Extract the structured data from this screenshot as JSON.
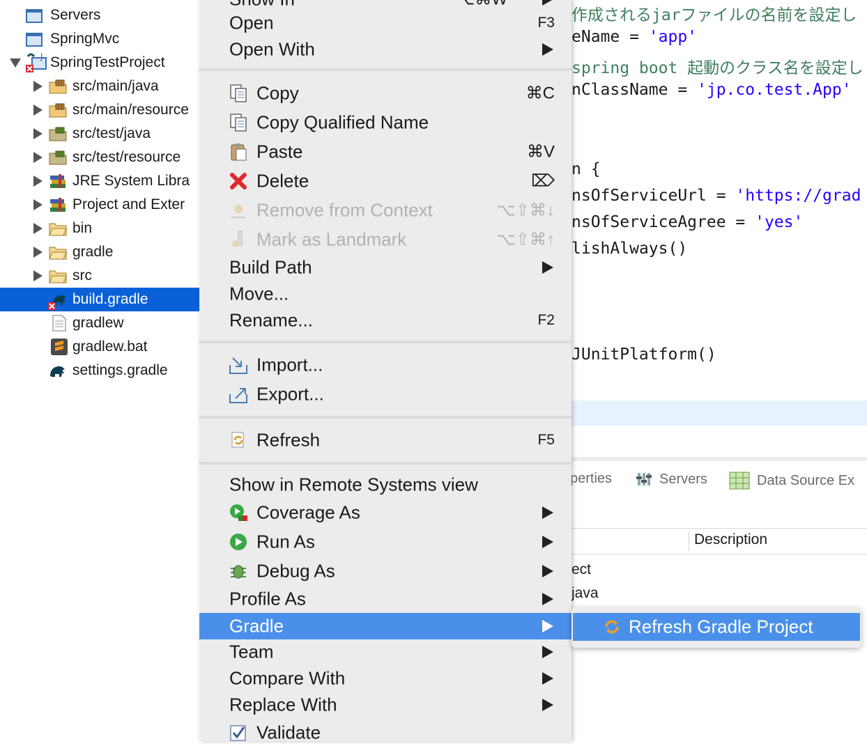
{
  "explorer": {
    "items": [
      {
        "label": "Servers"
      },
      {
        "label": "SpringMvc"
      },
      {
        "label": "SpringTestProject"
      },
      {
        "label": "src/main/java"
      },
      {
        "label": "src/main/resource"
      },
      {
        "label": "src/test/java"
      },
      {
        "label": "src/test/resource"
      },
      {
        "label": "JRE System Libra"
      },
      {
        "label": "Project and Exter"
      },
      {
        "label": "bin"
      },
      {
        "label": "gradle"
      },
      {
        "label": "src"
      },
      {
        "label": "build.gradle"
      },
      {
        "label": "gradlew"
      },
      {
        "label": "gradlew.bat"
      },
      {
        "label": "settings.gradle"
      }
    ]
  },
  "editor": {
    "lines": [
      {
        "text": "作成されるjarファイルの名前を設定し"
      },
      {
        "prefix": "eName = ",
        "str": "'app'"
      },
      {
        "text": "spring boot 起動のクラス名を設定し"
      },
      {
        "prefix": "nClassName = ",
        "str": "'jp.co.test.App'"
      },
      {
        "text": "n {"
      },
      {
        "prefix": "nsOfServiceUrl = ",
        "str": "'https://grad"
      },
      {
        "prefix": "nsOfServiceAgree = ",
        "str": "'yes'"
      },
      {
        "text": "lishAlways()"
      },
      {
        "text": "JUnitPlatform()"
      }
    ]
  },
  "panel": {
    "tabs": {
      "properties": "perties",
      "servers": "Servers",
      "datasource": "Data Source Ex"
    },
    "column_header": "Description",
    "rows": [
      "ect",
      "java"
    ]
  },
  "menu": {
    "top_partial": {
      "label": "Show In",
      "shortcut": "⌥⌘W"
    },
    "open": {
      "label": "Open",
      "shortcut": "F3"
    },
    "open_with": {
      "label": "Open With"
    },
    "copy": {
      "label": "Copy",
      "shortcut": "⌘C"
    },
    "copy_qualified": {
      "label": "Copy Qualified Name"
    },
    "paste": {
      "label": "Paste",
      "shortcut": "⌘V"
    },
    "delete": {
      "label": "Delete",
      "shortcut": "⌦"
    },
    "remove_context": {
      "label": "Remove from Context",
      "shortcut": "⌥⇧⌘↓"
    },
    "landmark": {
      "label": "Mark as Landmark",
      "shortcut": "⌥⇧⌘↑"
    },
    "build_path": {
      "label": "Build Path"
    },
    "move": {
      "label": "Move..."
    },
    "rename": {
      "label": "Rename...",
      "shortcut": "F2"
    },
    "import": {
      "label": "Import..."
    },
    "export": {
      "label": "Export..."
    },
    "refresh": {
      "label": "Refresh",
      "shortcut": "F5"
    },
    "remote": {
      "label": "Show in Remote Systems view"
    },
    "coverage": {
      "label": "Coverage As"
    },
    "run": {
      "label": "Run As"
    },
    "debug": {
      "label": "Debug As"
    },
    "profile": {
      "label": "Profile As"
    },
    "gradle": {
      "label": "Gradle"
    },
    "team": {
      "label": "Team"
    },
    "compare": {
      "label": "Compare With"
    },
    "replace": {
      "label": "Replace With"
    },
    "validate": {
      "label": "Validate"
    }
  },
  "submenu": {
    "refresh_gradle": {
      "label": "Refresh Gradle Project"
    }
  },
  "colors": {
    "selection": "#0a60d8",
    "menu_highlight": "#4a90ea",
    "menu_bg": "#ececec",
    "code_string": "#2a00ff",
    "code_comment": "#3f7f5f"
  }
}
